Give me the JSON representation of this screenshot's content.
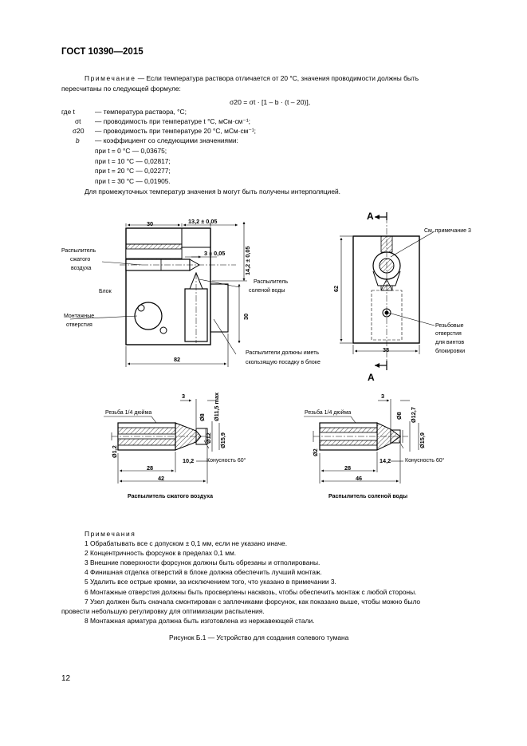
{
  "header": {
    "title": "ГОСТ 10390—2015"
  },
  "note_intro": {
    "label": "Примечание",
    "line1": " — Если температура раствора отличается от 20 °C, значения проводимости должны быть",
    "line2": "пересчитаны по следующей формуле:",
    "formula": "σ20 = σt · [1 – b · (t – 20)],"
  },
  "definitions": [
    {
      "sym": "где t",
      "text": "— температура раствора, °C;"
    },
    {
      "sym": "σt",
      "text": "— проводимость при температуре t °C, мСм·см⁻¹;"
    },
    {
      "sym": "σ20",
      "text": "— проводимость при температуре 20 °C, мСм·см⁻¹;"
    },
    {
      "sym": "b",
      "text": "— коэффициент со следующими значениями:"
    }
  ],
  "coefficients": [
    "при t = 0 °C — 0,03675;",
    "при t = 10 °C — 0,02817;",
    "при t = 20 °C — 0,02277;",
    "при t = 30 °C — 0,01905."
  ],
  "interpolation": "Для промежуточных температур значения b могут быть получены интерполяцией.",
  "drawing": {
    "labels": {
      "air_sprayer": [
        "Распылитель",
        "сжатого",
        "воздуха"
      ],
      "block": "Блок",
      "mount_holes": [
        "Монтажные",
        "отверстия"
      ],
      "salt_sprayer": [
        "Распылитель",
        "соленой воды"
      ],
      "fit": [
        "Распылители должны иметь",
        "скользящую посадку в блоке"
      ],
      "see_note": "См. примечание 3",
      "threaded": [
        "Резьбовые",
        "отверстия",
        "для винтов",
        "блокировки"
      ],
      "section": "А",
      "thread_quarter": "Резьба 1/4 дюйма",
      "cone": "Конусность 60°",
      "air_caption": "Распылитель сжатого воздуха",
      "salt_caption": "Распылитель соленой воды"
    },
    "dims_main": {
      "w30": "30",
      "d13": "13,2 ± 0,05",
      "d14": "14,2 ± 0,05",
      "d3": "3 ± 0,05",
      "h30": "30",
      "w82": "82",
      "h62": "62",
      "w38": "38"
    },
    "dims_air": {
      "d3": "3",
      "d8": "Ø8",
      "d11": "Ø11,5 max",
      "d12": "Ø12",
      "d15": "Ø15,9",
      "d1": "Ø1,2",
      "d10": "10,2",
      "d28": "28",
      "d42": "42"
    },
    "dims_salt": {
      "d3": "3",
      "d8": "Ø8",
      "d12": "Ø12,7",
      "d15": "Ø15,9",
      "d2": "Ø2",
      "d14": "14,2",
      "d28": "28",
      "d46": "46"
    }
  },
  "notes": {
    "title": "Примечания",
    "items": [
      "1 Обрабатывать все с допуском ± 0,1 мм, если не указано иначе.",
      "2 Концентричность форсунок в пределах 0,1 мм.",
      "3 Внешние поверхности форсунок должны быть обрезаны и отполированы.",
      "4 Финишная отделка отверстий в блоке должна обеспечить лучший монтаж.",
      "5 Удалить все острые кромки, за исключением того, что указано в примечании 3.",
      "6 Монтажные отверстия должны быть просверлены насквозь, чтобы обеспечить монтаж с любой стороны.",
      "7 Узел должен быть сначала смонтирован с заплечиками форсунок, как показано выше, чтобы можно было",
      "провести небольшую регулировку для оптимизации распыления.",
      "8 Монтажная арматура должна быть изготовлена из нержавеющей стали."
    ]
  },
  "caption": "Рисунок Б.1 — Устройство для создания солевого тумана",
  "page_number": "12"
}
